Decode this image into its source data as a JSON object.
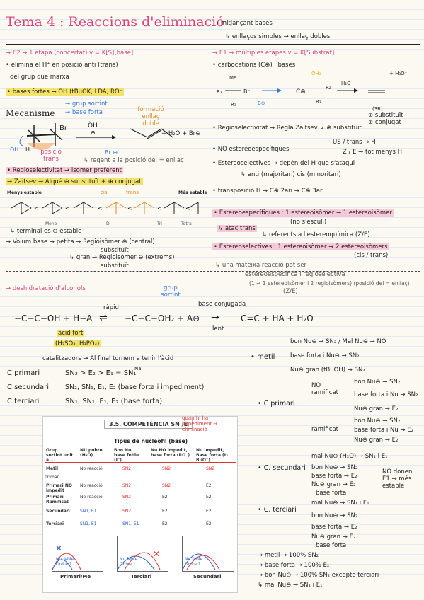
{
  "title": "Tema 4 : Reaccions d'eliminació",
  "top_right": {
    "line1": "→ mitjançant bases",
    "line2": "↳ enllaços simples → enllaç dobles"
  },
  "e2": {
    "header": "→ E2 → 1 etapa (concertat)   v = K[S][base]",
    "b1": "• elimina el H⁺ en posició anti (trans)",
    "b1b": "del grup que marxa",
    "b2": "• bases fortes → OH (tBuOK, LDA, RO⁻",
    "mec": "Mecanisme",
    "grup_sortint": "⊸ grup sortint",
    "base_forta": "⊸ base forta",
    "formacio": "formació enllaç doble",
    "product": "+ H₂O + Br⊖",
    "posicio": "posició trans",
    "regent": "↳ regent a la posició del = enllaç",
    "regio": "• Regioselectivitat → isomer preferent",
    "zaitsev": "→ Zaitsev →  Alqué ⊕ substituït + ⊕ conjugat",
    "stab_left": "Menys estable",
    "stab_right": "Més estable",
    "mono": "Mono-",
    "di": "Di-",
    "tri": "Tri-",
    "tetra": "Tetra-",
    "cis": "cis",
    "trans": "trans",
    "terminal": "↳ terminal es ⊖ estable",
    "volum1": "→ Volum base → petita →  Regioisòmer ⊕ (central)",
    "volum1b": "substituït",
    "volum2": "↳ gran →  Regioisòmer ⊖ (extrems)",
    "volum2b": "substituït"
  },
  "e1": {
    "header": "→ E1 → múltiples etapes    v = K[Substrat]",
    "b1": "• carbocations (C⊕) i bases",
    "regio": "• Regioselectivitat → Regla Zaitsev ↳ ⊕ substituït",
    "regio2": "⊕ conjugat",
    "no_estereo": "• NO estereoespecífiques",
    "us": "US / trans → H",
    "ze": "Z / E → tot menys H",
    "estereosel": "• Estereoselectives → depèn del H que s'ataqui",
    "anti": "↳ anti (majoritari)  cis (minoritari)",
    "transp": "• transposició H → C⊕ 2ari → C⊕ 3ari",
    "product_label": "(3R)",
    "oh2": "OH₂",
    "h2o": "H₂O",
    "subst": "⊕ substituït"
  },
  "estereo": {
    "esp": "• Estereoespecífiques : 1 estereoisòmer → 1 estereoisòmer",
    "esp2": "(no s'escull)",
    "atac": "↳ atac trans",
    "regent": "↳ referents a l'estereoquímica (Z/E)",
    "sel": "• Estereoselectives : 1 estereoisòmer → 2 estereoisòmers",
    "sel2": "(cis / trans)",
    "una": "↳ una mateixa reacció pot ser",
    "una2": "estereoespecífica i regioselectiva",
    "una3": "(1 → 1 estereoisòmer i 2 regioisòmers) (posició del = enllaç)",
    "ze": "(Z/E)"
  },
  "desh": {
    "title": "→ deshidratació d'alcohols",
    "grup": "grup sortint",
    "base_conj": "base conjugada",
    "rapid": "ràpid",
    "lent": "lent",
    "acid": "àcid fort",
    "acid2": "(H₂SO₄, H₃PO₄)",
    "catal": "catalitzadors → Al final tornem a tenir l'àcid",
    "eq_left": "−C−C−OH + H−A",
    "eq_mid": "−C−C−OH₂ + A⊖",
    "eq_right": "C=C + HA + H₂O"
  },
  "classes": {
    "primari": "C primari",
    "primari_val": "SN₂ > E₂ > E₁ = SN₁",
    "secundari": "C secundari",
    "secundari_val": "SN₂, SN₁, E₁, E₂ (base forta i impediment)",
    "terciari": "C terciari",
    "terciari_val": "SN₁, SN₁, E₁, E₂ (base forta)",
    "nai": "Nai"
  },
  "metil": {
    "label": "• metil",
    "l1": "bon Nu⊖ → SN₂ / Mal Nu⊖ → NO",
    "l2": "base forta i Nu⊖ → SN₂",
    "l3": "Nu⊖ gran (tBuOH) → SN₂"
  },
  "cprimari": {
    "label": "• C primari",
    "no_ram": "NO ramificat",
    "nr1": "bon Nu⊖ → SN₂",
    "nr2": "base forta i Nu → SN₂",
    "nr3": "Nu⊖ gran → E₂",
    "ram": "ramificat",
    "r1": "bon Nu⊖ → SN₂",
    "r2": "base forta i Nu → E₂",
    "r3": "Nu⊖ gran → E₂"
  },
  "csec": {
    "label": "• C. secundari",
    "l1": "mal Nu⊖ (H₂O) → SN₁ i E₁",
    "l2": "bon Nu⊖ → SN₂",
    "l3": "base forta → E₂",
    "l4": "Nu⊖ gran → E₂",
    "l5": "base forta",
    "no_donen": "NO donen E1 → més estable"
  },
  "cter": {
    "label": "• C. terciari",
    "l1": "mal Nu⊖ → SN₁ i E₁",
    "l2": "bon Nu⊖ → SN₂",
    "l3": "base forta → E₂",
    "l4": "Nu⊖ gran → E₂",
    "l5": "base forta"
  },
  "summary": {
    "l1": "→ metil → 100% SN₂",
    "l2": "→ base forta → 100% E₂",
    "l3": "→ bon Nu⊖ → 100% SN₂ excepte terciari",
    "l4": "↳ mal Nu⊖ → SN₁ i E₁"
  },
  "panel": {
    "title": "3.5. COMPETÈNCIA SN /E",
    "handwritten": "quan hi ha impediment → eliminació",
    "subtitle": "Tipus de nucleòfil (base)",
    "col0": "Grup sortint unit a ...",
    "col1": "NU pobre (H₂O)",
    "col2": "Bon Nu, base feble (I⁻)",
    "col3": "Nu NO impedit, base forta (RO⁻)",
    "col4": "Nu impedit, Base forta (t-BuO⁻)",
    "rows": [
      {
        "label": "Metil",
        "c1": "No reacció",
        "c2": "SN2",
        "c3": "SN2",
        "c4": "SN2"
      },
      {
        "label": "Primari NO impedit",
        "c1": "No reacció",
        "c2": "SN2",
        "c3": "SN2",
        "c4": "E2"
      },
      {
        "label": "Primari Ramificat",
        "c1": "No reacció",
        "c2": "SN2",
        "c3": "E2",
        "c4": "E2"
      },
      {
        "label": "Secundari",
        "c1": "SN1, E1",
        "c2": "SN2",
        "c3": "E2",
        "c4": "E2"
      },
      {
        "label": "Terciari",
        "c1": "SN1, E1",
        "c2": "SN1, E1",
        "c3": "E2",
        "c4": "E2"
      }
    ],
    "primari_label": "primari",
    "g1": "Primari/Me",
    "g2": "Terciari",
    "g3": "Secundari",
    "nu_feble": "Nu feble. Ordre 1"
  }
}
